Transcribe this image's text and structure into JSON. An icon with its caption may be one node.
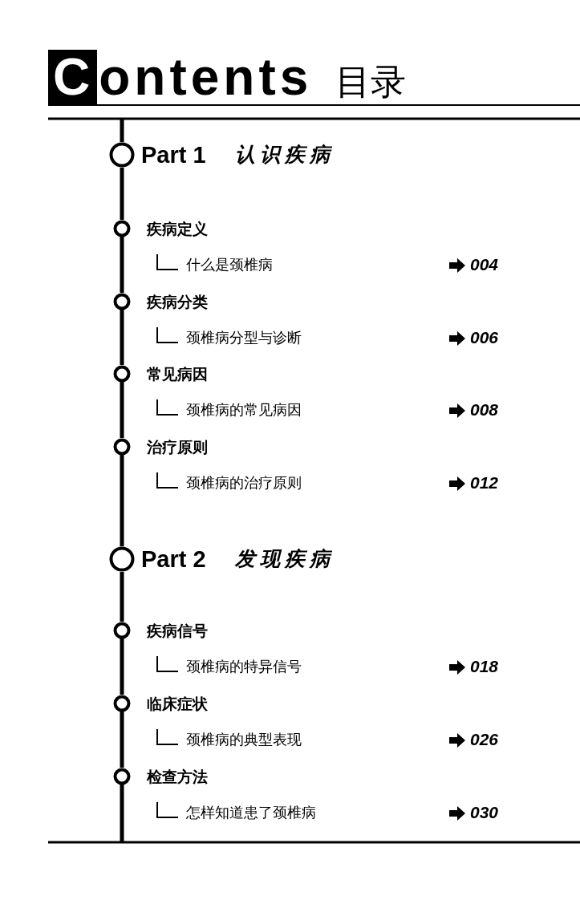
{
  "diagram": {
    "title": "Contents",
    "nodes": [
      {
        "text": [
          "Part 1",
          "认识疾病"
        ]
      },
      {
        "text": [
          "疾病定义",
          "什么是颈椎病",
          "004"
        ]
      },
      {
        "text": [
          "疾病分类",
          "颈椎病分型与诊断",
          "006"
        ]
      },
      {
        "text": [
          "常见病因",
          "颈椎病的常见病因",
          "008"
        ]
      },
      {
        "text": [
          "治疗原则",
          "颈椎病的治疗原则",
          "012"
        ]
      },
      {
        "text": [
          "Part 2",
          "发现疾病"
        ]
      },
      {
        "text": [
          "疾病信号",
          "颈椎病的特异信号",
          "018"
        ]
      },
      {
        "text": [
          "临床症状",
          "颈椎病的典型表现",
          "026"
        ]
      },
      {
        "text": [
          "检查方法",
          "怎样知道患了颈椎病",
          "030"
        ]
      }
    ],
    "edges": [
      {
        "from": 0,
        "to": 1,
        "arrow": "none"
      },
      {
        "from": 1,
        "to": 2,
        "arrow": "none"
      },
      {
        "from": 2,
        "to": 3,
        "arrow": "none"
      },
      {
        "from": 3,
        "to": 4,
        "arrow": "none"
      },
      {
        "from": 4,
        "to": 5,
        "arrow": "none"
      },
      {
        "from": 5,
        "to": 6,
        "arrow": "none"
      },
      {
        "from": 6,
        "to": 7,
        "arrow": "none"
      },
      {
        "from": 7,
        "to": 8,
        "arrow": "none"
      }
    ],
    "labels": [
      "目录"
    ]
  }
}
